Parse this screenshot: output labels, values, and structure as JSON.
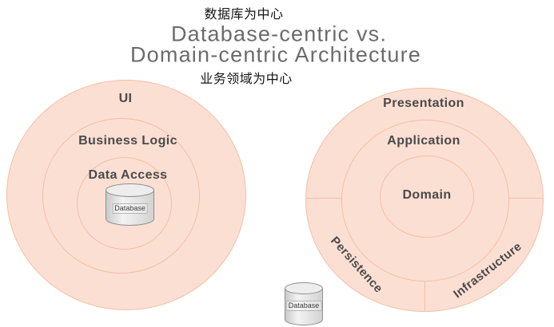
{
  "header": {
    "top_annotation": "数据库为中心",
    "title_line1": "Database-centric vs.",
    "title_line2": "Domain-centric Architecture",
    "bottom_annotation": "业务领域为中心"
  },
  "left_diagram": {
    "name": "database-centric architecture",
    "outer_ring_label": "UI",
    "middle_ring_label": "Business Logic",
    "inner_ring_label": "Data Access",
    "database_label": "Database"
  },
  "right_diagram": {
    "name": "domain-centric architecture",
    "outer_ring_top_label": "Presentation",
    "middle_ring_label": "Application",
    "core_label": "Domain",
    "outer_ring_bottom_left_label": "Persistence",
    "outer_ring_bottom_right_label": "Infrastructure",
    "database_label": "Database"
  },
  "colors": {
    "ring_fill": "#fcdfd3",
    "ring_stroke": "#f3bfa5",
    "ring_label_text": "#4a4a4a",
    "title_text": "#6b6b6b",
    "annotation_text": "#141414",
    "cylinder_fill": "#e3e3e3",
    "cylinder_stroke": "#8f8f8f"
  }
}
